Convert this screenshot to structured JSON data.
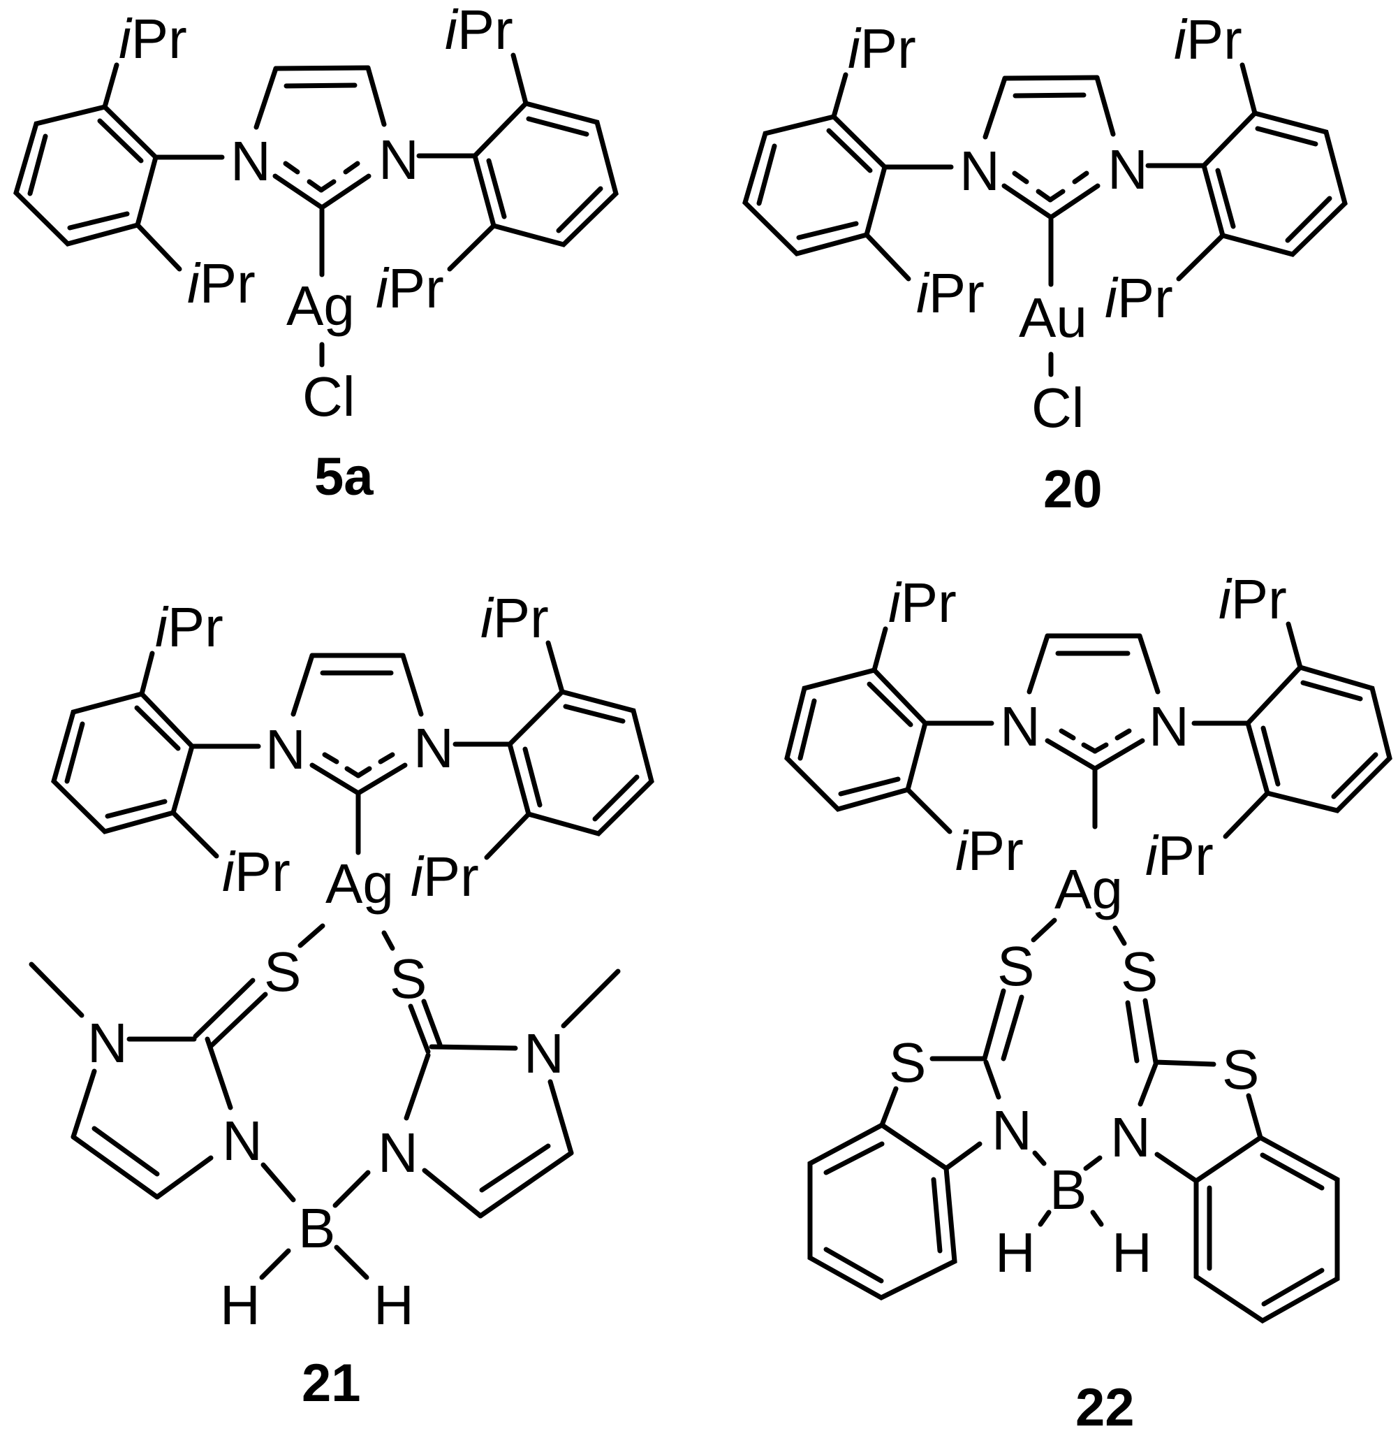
{
  "figure": {
    "background": "#ffffff",
    "ink_color": "#000000",
    "compounds": [
      {
        "id": "5a",
        "label": "5a",
        "metal": "Ag",
        "ligand_x": "Cl",
        "atoms": {
          "n_left": "N",
          "n_right": "N",
          "ipr_top_left": "Pr",
          "ipr_bottom_left": "Pr",
          "ipr_top_right": "Pr",
          "ipr_bottom_right": "Pr",
          "ipr_prefix": "i"
        }
      },
      {
        "id": "20",
        "label": "20",
        "metal": "Au",
        "ligand_x": "Cl",
        "atoms": {
          "n_left": "N",
          "n_right": "N",
          "ipr_top_left": "Pr",
          "ipr_bottom_left": "Pr",
          "ipr_top_right": "Pr",
          "ipr_bottom_right": "Pr",
          "ipr_prefix": "i"
        }
      },
      {
        "id": "21",
        "label": "21",
        "metal": "Ag",
        "atoms": {
          "n_left": "N",
          "n_right": "N",
          "ipr_prefix": "i",
          "ipr": "Pr",
          "s_left": "S",
          "s_right": "S",
          "n_methyl_left": "N",
          "n_methyl_right": "N",
          "n_boron_left": "N",
          "n_boron_right": "N",
          "boron": "B",
          "h_left": "H",
          "h_right": "H"
        }
      },
      {
        "id": "22",
        "label": "22",
        "metal": "Ag",
        "atoms": {
          "n_left": "N",
          "n_right": "N",
          "ipr_prefix": "i",
          "ipr": "Pr",
          "s_thione_left": "S",
          "s_thione_right": "S",
          "s_ring_left": "S",
          "s_ring_right": "S",
          "n_boron_left": "N",
          "n_boron_right": "N",
          "boron": "B",
          "h_left": "H",
          "h_right": "H"
        }
      }
    ]
  }
}
